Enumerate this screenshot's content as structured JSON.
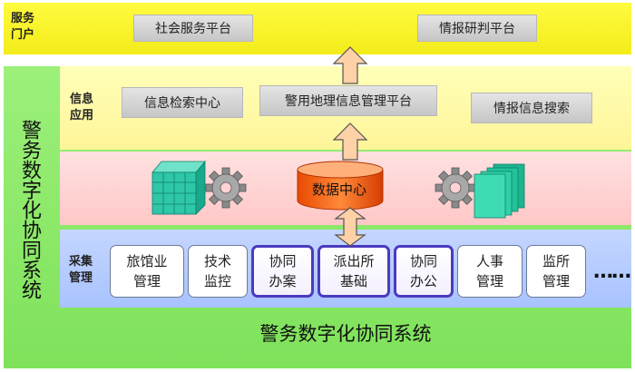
{
  "portal": {
    "label_line1": "服务",
    "label_line2": "门户",
    "platforms": [
      "社会服务平台",
      "情报研判平台"
    ]
  },
  "system": {
    "vertical_title": "警务数字化协同系统",
    "bottom_title": "警务数字化协同系统"
  },
  "application": {
    "label_line1": "信息",
    "label_line2": "应用",
    "items": [
      "信息检索中心",
      "警用地理信息管理平台",
      "情报信息搜索"
    ]
  },
  "data_layer": {
    "center_label": "数据中心"
  },
  "collection": {
    "label_line1": "采集",
    "label_line2": "管理",
    "modules": [
      {
        "line1": "旅馆业",
        "line2": "管理",
        "emphasized": false
      },
      {
        "line1": "技术",
        "line2": "监控",
        "emphasized": false
      },
      {
        "line1": "协同",
        "line2": "办案",
        "emphasized": true
      },
      {
        "line1": "派出所",
        "line2": "基础",
        "emphasized": true
      },
      {
        "line1": "协同",
        "line2": "办公",
        "emphasized": true
      },
      {
        "line1": "人事",
        "line2": "管理",
        "emphasized": false
      },
      {
        "line1": "监所",
        "line2": "管理",
        "emphasized": false
      }
    ],
    "more": "……"
  },
  "colors": {
    "portal_band": "#fffb3f",
    "outer_band": "#8ae866",
    "info_band": "#fff8a8",
    "data_band": "#ffd3d3",
    "collect_band": "#b6ccff",
    "arrow_fill": "#ffd1a6",
    "database_fill": "#ff6a16",
    "cube_fill": "#2ec7a8",
    "emphasis_border": "#4a3bbf"
  }
}
